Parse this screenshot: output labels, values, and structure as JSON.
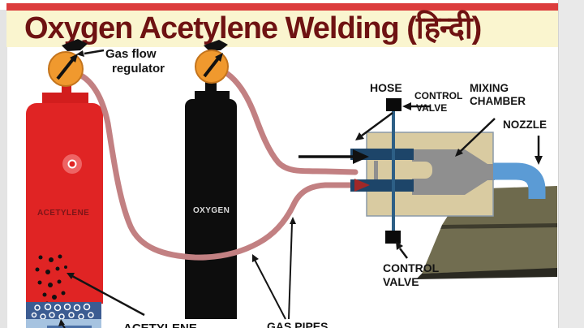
{
  "title": "Oxygen Acetylene Welding (हिन्दी)",
  "banner": {
    "bg_color": "#faf5cf",
    "title_color": "#6e1212",
    "top_strip_color": "#dc3d3d"
  },
  "diagram": {
    "labels": {
      "gas_flow_regulator": {
        "line1": "Gas flow",
        "line2": "regulator"
      },
      "hose": "HOSE",
      "control_valve_top": {
        "line1": "CONTROL",
        "line2": "VALVE"
      },
      "mixing_chamber": {
        "line1": "MIXING",
        "line2": "CHAMBER"
      },
      "nozzle": "NOZZLE",
      "control_valve_bottom": {
        "line1": "CONTROL",
        "line2": "VALVE"
      },
      "gas_pipes": "GAS PIPES",
      "acetylene_partial": "ACETYLENE"
    },
    "cylinders": {
      "acetylene": {
        "label": "ACETYLENE",
        "body_color": "#e02424",
        "label_color": "#7d1518",
        "porous_base_color": "#3c5c92"
      },
      "oxygen": {
        "label": "OXYGEN",
        "body_color": "#0d0d0d",
        "label_color": "#dcdcdc"
      }
    },
    "colors": {
      "hose": "#c28082",
      "regulator_gauge": "#f0992e",
      "torch_body": "#d9cba1",
      "gas_pipe_navy": "#1d4569",
      "mixing_chamber_gray": "#8f8f8f",
      "nozzle_blue": "#5b9bd5",
      "workpiece_olive": "#6e6a4d",
      "valve_line": "#2d5f86"
    }
  }
}
